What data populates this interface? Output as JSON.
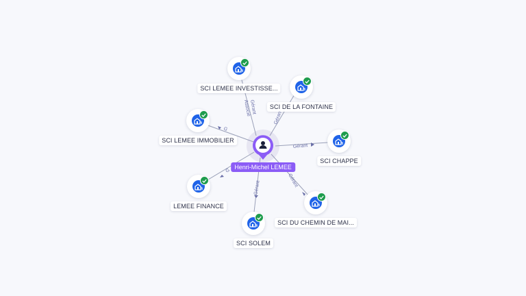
{
  "center": {
    "name": "Henri-Michel LEMEE",
    "icon": "person-icon",
    "color": "#8b5cf6"
  },
  "companies": [
    {
      "id": "investissement",
      "label": "SCI LEMEE INVESTISSE...",
      "icon": "building-icon",
      "verified": true
    },
    {
      "id": "fontaine",
      "label": "SCI DE LA FONTAINE",
      "icon": "building-icon",
      "verified": true
    },
    {
      "id": "immobilier",
      "label": "SCI LEMEE IMMOBILIER",
      "icon": "building-icon",
      "verified": true
    },
    {
      "id": "chappe",
      "label": "SCI CHAPPE",
      "icon": "building-icon",
      "verified": true
    },
    {
      "id": "finance",
      "label": "LEMEE FINANCE",
      "icon": "building-icon",
      "verified": true
    },
    {
      "id": "chemin",
      "label": "SCI DU CHEMIN DE MAI...",
      "icon": "building-icon",
      "verified": true
    },
    {
      "id": "solem",
      "label": "SCI SOLEM",
      "icon": "building-icon",
      "verified": true
    }
  ],
  "edges": [
    {
      "target": "investissement",
      "labels": [
        "Gérant",
        "Associé"
      ]
    },
    {
      "target": "fontaine",
      "labels": [
        "Gérant"
      ]
    },
    {
      "target": "immobilier",
      "labels": [
        "G"
      ]
    },
    {
      "target": "chappe",
      "labels": [
        "Gérant"
      ]
    },
    {
      "target": "finance",
      "labels": [
        "G"
      ]
    },
    {
      "target": "chemin",
      "labels": [
        "Gérant"
      ]
    },
    {
      "target": "solem",
      "labels": [
        "Gérant"
      ]
    }
  ],
  "colors": {
    "node_fill": "#1f63e8",
    "verified": "#1e9c4d",
    "edge": "#9aa0b8",
    "edge_label": "#6a6fa8",
    "background": "#f7f8fc"
  }
}
